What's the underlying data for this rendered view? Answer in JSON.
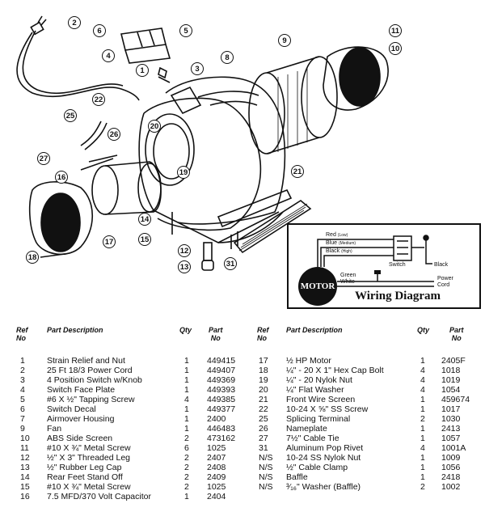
{
  "callouts": [
    "2",
    "6",
    "5",
    "4",
    "3",
    "1",
    "8",
    "9",
    "11",
    "10",
    "22",
    "25",
    "26",
    "20",
    "19",
    "27",
    "16",
    "21",
    "14",
    "15",
    "12",
    "13",
    "31",
    "18",
    "17"
  ],
  "wiring": {
    "title": "Wiring Diagram",
    "motor_label": "MOTOR",
    "red": "Red",
    "red_sub": "(Low)",
    "blue": "Blue",
    "blue_sub": "(Medium)",
    "black": "Black",
    "black_sub": "(High)",
    "switch": "Switch",
    "black2": "Black",
    "green": "Green",
    "white": "White",
    "power": "Power",
    "cord": "Cord"
  },
  "headers": {
    "ref": "Ref",
    "no": "No",
    "desc": "Part Description",
    "qty": "Qty",
    "part": "Part",
    "no2": "No"
  },
  "left_parts": [
    {
      "ref": "1",
      "desc": "Strain Relief and Nut",
      "qty": "1",
      "part": "449415"
    },
    {
      "ref": "2",
      "desc": "25 Ft 18/3 Power Cord",
      "qty": "1",
      "part": "449407"
    },
    {
      "ref": "3",
      "desc": "4 Position Switch w/Knob",
      "qty": "1",
      "part": "449369"
    },
    {
      "ref": "4",
      "desc": "Switch Face Plate",
      "qty": "1",
      "part": "449393"
    },
    {
      "ref": "5",
      "desc": "#6 X ½\" Tapping Screw",
      "qty": "4",
      "part": "449385"
    },
    {
      "ref": "6",
      "desc": "Switch Decal",
      "qty": "1",
      "part": "449377"
    },
    {
      "ref": "7",
      "desc": "Airmover Housing",
      "qty": "1",
      "part": "2400"
    },
    {
      "ref": "9",
      "desc": "Fan",
      "qty": "1",
      "part": "446483"
    },
    {
      "ref": "10",
      "desc": "ABS Side Screen",
      "qty": "2",
      "part": "473162"
    },
    {
      "ref": "11",
      "desc": "#10 X ¾\" Metal Screw",
      "qty": "6",
      "part": "1025"
    },
    {
      "ref": "12",
      "desc": "½\" X 3\" Threaded Leg",
      "qty": "2",
      "part": "2407"
    },
    {
      "ref": "13",
      "desc": "½\" Rubber Leg Cap",
      "qty": "2",
      "part": "2408"
    },
    {
      "ref": "14",
      "desc": "Rear Feet Stand Off",
      "qty": "2",
      "part": "2409"
    },
    {
      "ref": "15",
      "desc": "#10 X ¾\" Metal Screw",
      "qty": "2",
      "part": "1025"
    },
    {
      "ref": "16",
      "desc": "7.5 MFD/370 Volt Capacitor",
      "qty": "1",
      "part": "2404"
    }
  ],
  "right_parts": [
    {
      "ref": "17",
      "desc": "½ HP Motor",
      "qty": "1",
      "part": "2405F"
    },
    {
      "ref": "18",
      "desc": "¼\" - 20 X 1\" Hex Cap Bolt",
      "qty": "4",
      "part": "1018"
    },
    {
      "ref": "19",
      "desc": "¼\" - 20 Nylok Nut",
      "qty": "4",
      "part": "1019"
    },
    {
      "ref": "20",
      "desc": "¼\" Flat Washer",
      "qty": "4",
      "part": "1054"
    },
    {
      "ref": "21",
      "desc": "Front Wire Screen",
      "qty": "1",
      "part": "459674"
    },
    {
      "ref": "22",
      "desc": "10-24 X ⅝\" SS Screw",
      "qty": "1",
      "part": "1017"
    },
    {
      "ref": "25",
      "desc": "Splicing Terminal",
      "qty": "2",
      "part": "1030"
    },
    {
      "ref": "26",
      "desc": "Nameplate",
      "qty": "1",
      "part": "2413"
    },
    {
      "ref": "27",
      "desc": "7½\" Cable Tie",
      "qty": "1",
      "part": "1057"
    },
    {
      "ref": "31",
      "desc": "Aluminum Pop Rivet",
      "qty": "4",
      "part": "1001A"
    },
    {
      "ref": "N/S",
      "desc": "10-24 SS Nylok Nut",
      "qty": "1",
      "part": "1009"
    },
    {
      "ref": "N/S",
      "desc": "½\" Cable Clamp",
      "qty": "1",
      "part": "1056"
    },
    {
      "ref": "N/S",
      "desc": "Baffle",
      "qty": "1",
      "part": "2418"
    },
    {
      "ref": "N/S",
      "desc": "³⁄₁₆\" Washer (Baffle)",
      "qty": "2",
      "part": "1002"
    }
  ]
}
